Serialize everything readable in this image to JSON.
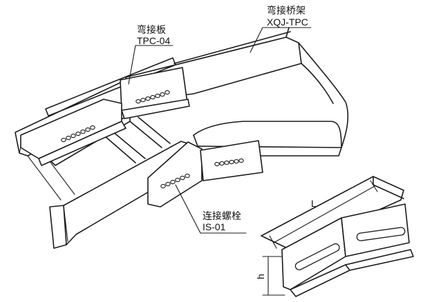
{
  "labels": {
    "elbow_tray_cn": "弯接桥架",
    "elbow_tray_code": "XQJ-TPC",
    "elbow_plate_cn": "弯接板",
    "elbow_plate_code": "TPC-04",
    "bolt_cn": "连接螺栓",
    "bolt_code": "IS-01"
  },
  "dimensions": {
    "length": "L",
    "height": "h"
  },
  "colors": {
    "stroke": "#1a1a1a",
    "background": "#ffffff"
  }
}
